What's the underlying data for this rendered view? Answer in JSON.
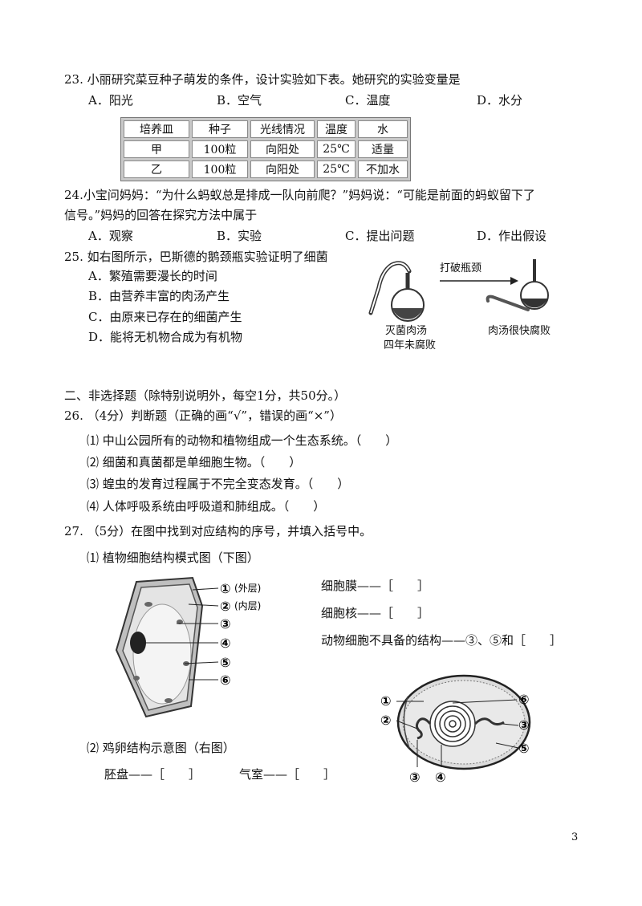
{
  "q23": {
    "stem": "23. 小丽研究菜豆种子萌发的条件，设计实验如下表。她研究的实验变量是",
    "options": [
      "A．阳光",
      "B．空气",
      "C．温度",
      "D．水分"
    ],
    "table": {
      "headers": [
        "培养皿",
        "种子",
        "光线情况",
        "温度",
        "水"
      ],
      "rows": [
        [
          "甲",
          "100粒",
          "向阳处",
          "25℃",
          "适量"
        ],
        [
          "乙",
          "100粒",
          "向阳处",
          "25℃",
          "不加水"
        ]
      ]
    }
  },
  "q24": {
    "stem_line1": "24.小宝问妈妈：“为什么蚂蚁总是排成一队向前爬？”妈妈说：“可能是前面的蚂蚁留下了",
    "stem_line2": "信号。”妈妈的回答在探究方法中属于",
    "options": [
      "A．观察",
      "B．实验",
      "C．提出问题",
      "D．作出假设"
    ]
  },
  "q25": {
    "stem": "25. 如右图所示，巴斯德的鹅颈瓶实验证明了细菌",
    "options": [
      "A．繁殖需要漫长的时间",
      "B．由营养丰富的肉汤产生",
      "C．由原来已存在的细菌产生",
      "D．能将无机物合成为有机物"
    ],
    "figure": {
      "arrow_label": "打破瓶颈",
      "left_caption_1": "灭菌肉汤",
      "left_caption_2": "四年未腐败",
      "right_caption": "肉汤很快腐败"
    }
  },
  "section2": {
    "heading": "二、非选择题（除特别说明外，每空1分，共50分。）"
  },
  "q26": {
    "stem": "26. （4分）判断题（正确的画“√”，错误的画“×”）",
    "items": [
      "⑴ 中山公园所有的动物和植物组成一个生态系统。（　　）",
      "⑵ 细菌和真菌都是单细胞生物。（　　）",
      "⑶ 蝗虫的发育过程属于不完全变态发育。（　　）",
      "⑷ 人体呼吸系统由呼吸道和肺组成。（　　）"
    ]
  },
  "q27": {
    "stem": "27. （5分）在图中找到对应结构的序号，并填入括号中。",
    "sub1_title": "⑴ 植物细胞结构模式图（下图）",
    "cell_labels": [
      "①",
      "②",
      "③",
      "④",
      "⑤",
      "⑥"
    ],
    "cell_label_notes": [
      "(外层)",
      "(内层)"
    ],
    "blanks1": [
      "细胞膜——［　　］",
      "细胞核——［　　］",
      "动物细胞不具备的结构——③、⑤和［　　］"
    ],
    "sub2_title": "⑵ 鸡卵结构示意图（右图）",
    "blanks2": [
      "胚盘——［　　］",
      "气室——［　　］"
    ],
    "egg_labels": [
      "①",
      "②",
      "③",
      "④",
      "⑤",
      "⑥",
      "③"
    ]
  },
  "page_number": "3"
}
